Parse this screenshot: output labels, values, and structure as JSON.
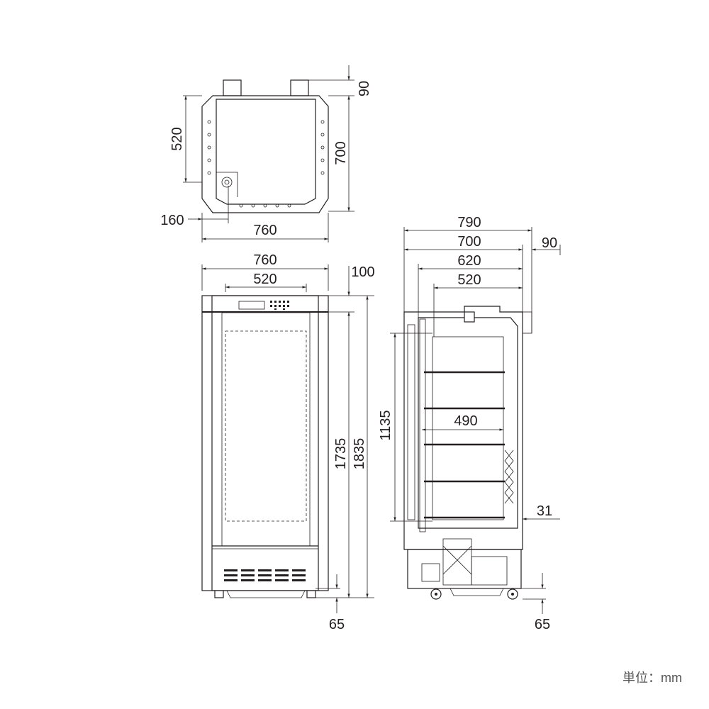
{
  "top_view": {
    "dims": {
      "pipe_depth": "90",
      "depth": "700",
      "inner_depth": "520",
      "drain_offset": "160",
      "width": "760"
    }
  },
  "front_view": {
    "dims": {
      "width": "760",
      "inner_width": "520",
      "top_panel": "100",
      "inner_height": "1735",
      "height": "1835",
      "foot": "65"
    }
  },
  "side_view": {
    "dims": {
      "total_depth": "790",
      "body_depth": "700",
      "pipe": "90",
      "depth_620": "620",
      "inner_depth": "520",
      "shelf_height": "1135",
      "shelf_width": "490",
      "gap": "31",
      "foot": "65"
    }
  },
  "unit_label": "単位：mm"
}
